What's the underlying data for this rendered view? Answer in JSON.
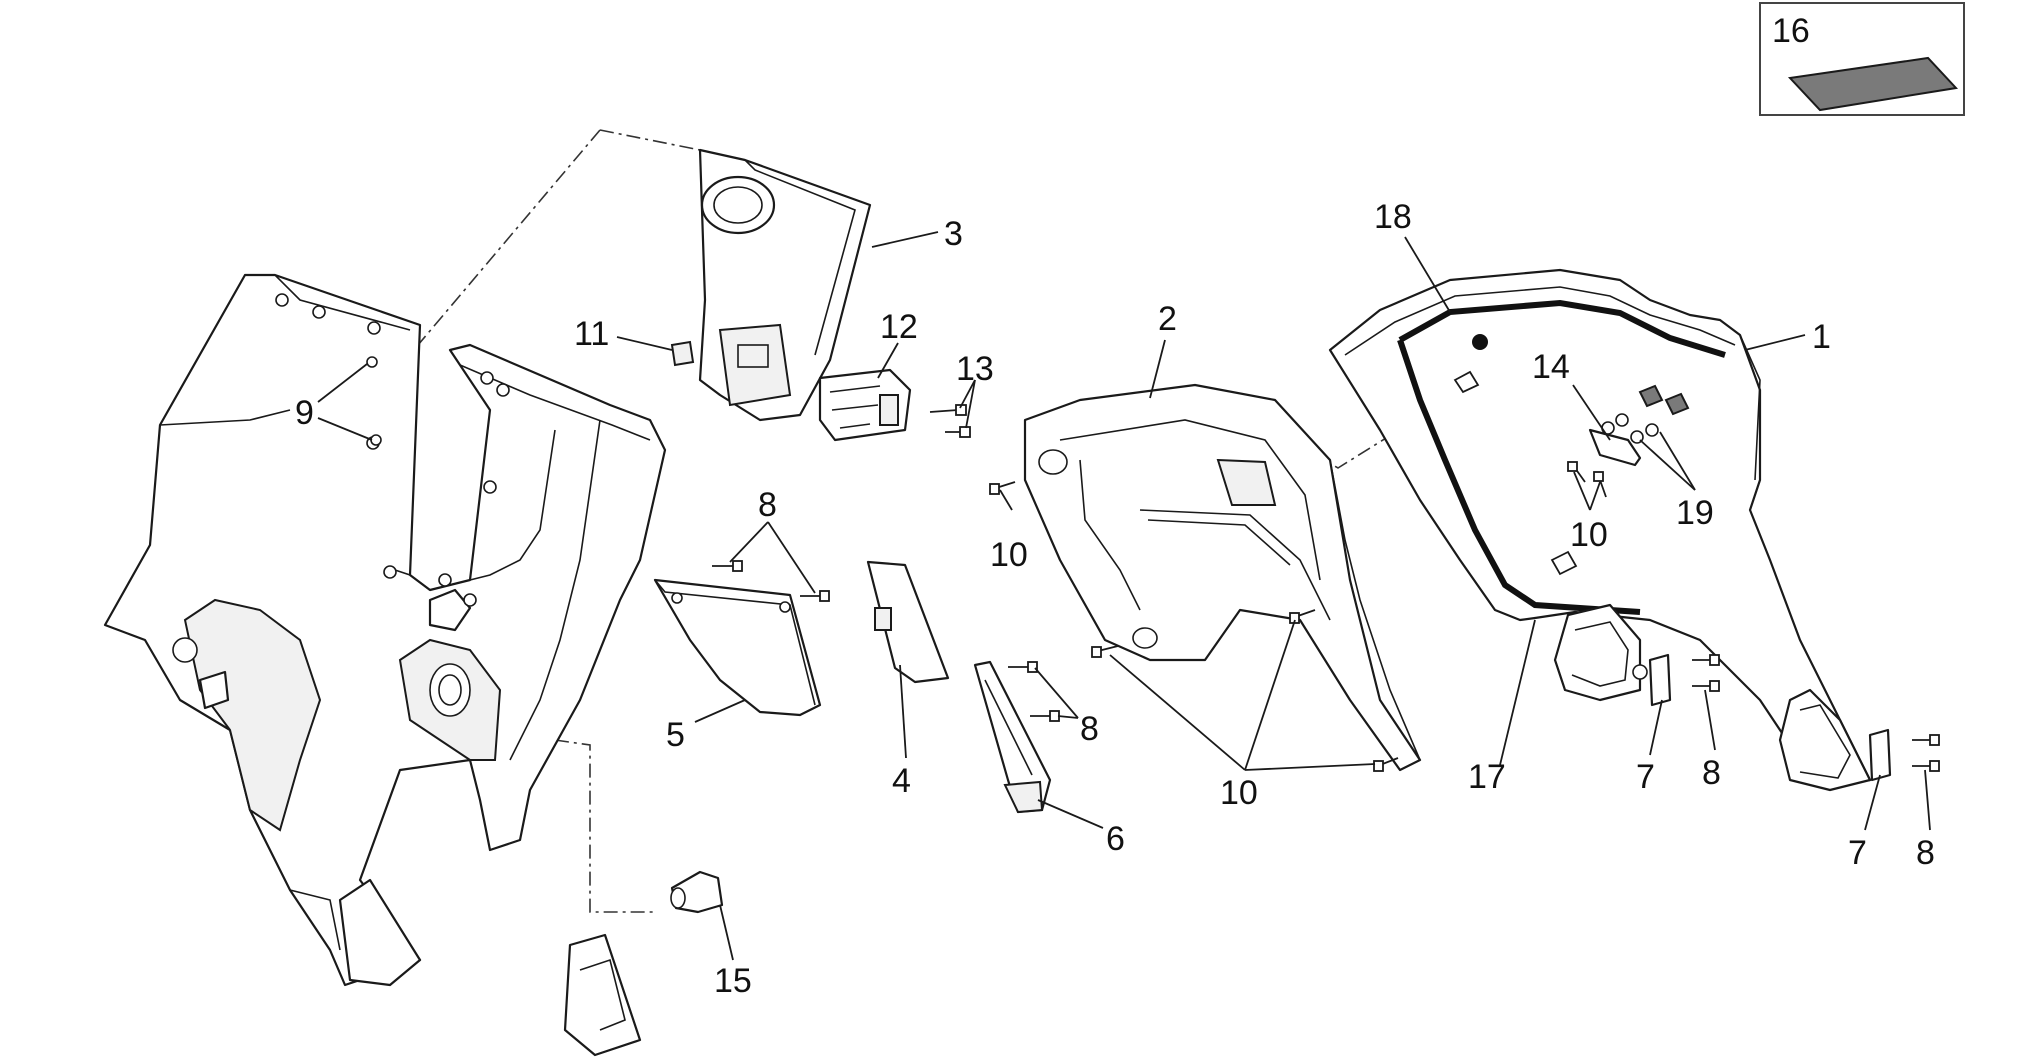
{
  "diagram": {
    "type": "exploded-parts-view",
    "callouts": {
      "c1": "1",
      "c2": "2",
      "c3": "3",
      "c4": "4",
      "c5": "5",
      "c6": "6",
      "c7a": "7",
      "c7b": "7",
      "c8a": "8",
      "c8b": "8",
      "c8c": "8",
      "c8d": "8",
      "c9": "9",
      "c10a": "10",
      "c10b": "10",
      "c10c": "10",
      "c11": "11",
      "c12": "12",
      "c13": "13",
      "c14": "14",
      "c15": "15",
      "c16": "16",
      "c17": "17",
      "c18": "18",
      "c19": "19"
    },
    "colors": {
      "line": "#1a1a1a",
      "background": "#ffffff",
      "gasket": "#7a7a7a"
    }
  }
}
